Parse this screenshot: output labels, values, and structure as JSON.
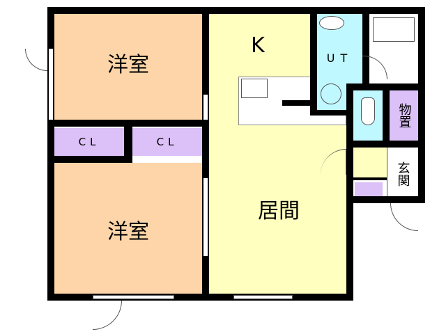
{
  "rooms": {
    "bedroom_upper": "洋室",
    "bedroom_lower": "洋室",
    "closet_left": "CL",
    "closet_right": "CL",
    "kitchen": "K",
    "living": "居間",
    "utility": "UT",
    "storage": "物置",
    "entrance": "玄関"
  },
  "colors": {
    "bedroom": "#fdd5a8",
    "living": "#ffffc0",
    "closet": "#dcc0f8",
    "wet": "#c0f8ff"
  }
}
